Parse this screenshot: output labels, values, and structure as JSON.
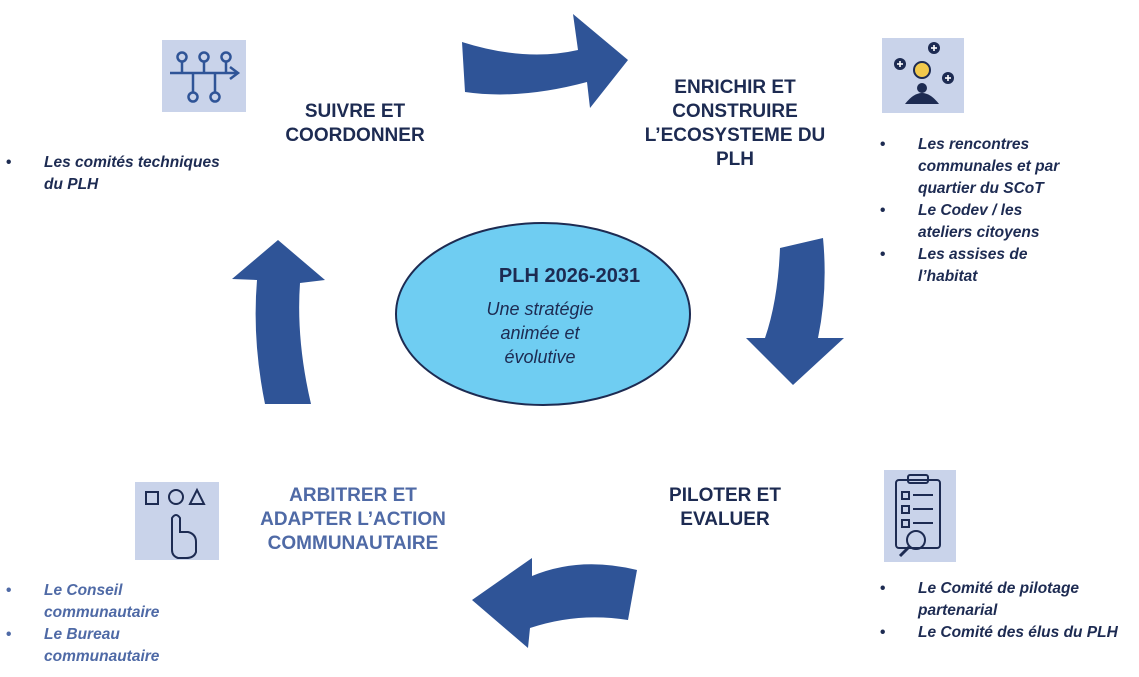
{
  "center": {
    "title": "PLH 2026-2031",
    "subtitle": "Une stratégie\nanimée et\névolutive"
  },
  "stages": {
    "suivre": {
      "title": "SUIVRE ET\nCOORDONNER",
      "icon": "timeline-icon",
      "items": [
        "Les comités techniques du PLH"
      ]
    },
    "enrichir": {
      "title": "ENRICHIR ET\nCONSTRUIRE\nL’ECOSYSTEME DU\nPLH",
      "icon": "ideas-person-icon",
      "items": [
        "Les rencontres communales et par quartier du SCoT",
        "Le Codev / les ateliers citoyens",
        "Les assises de l’habitat"
      ]
    },
    "piloter": {
      "title": "PILOTER ET\nEVALUER",
      "icon": "checklist-magnifier-icon",
      "items": [
        "Le Comité de pilotage partenarial",
        "Le Comité des élus du PLH"
      ]
    },
    "arbitrer": {
      "title": "ARBITRER ET\nADAPTER L’ACTION\nCOMMUNAUTAIRE",
      "icon": "shapes-hand-icon",
      "items": [
        "Le Conseil communautaire",
        "Le Bureau communautaire"
      ]
    }
  },
  "colors": {
    "arrow": "#2f5497",
    "ellipse_fill": "#6fcdf2",
    "ellipse_stroke": "#1d2b52",
    "dark_text": "#1d2b52",
    "light_text": "#4f6aa6",
    "icon_bg": "#c9d3ea"
  }
}
